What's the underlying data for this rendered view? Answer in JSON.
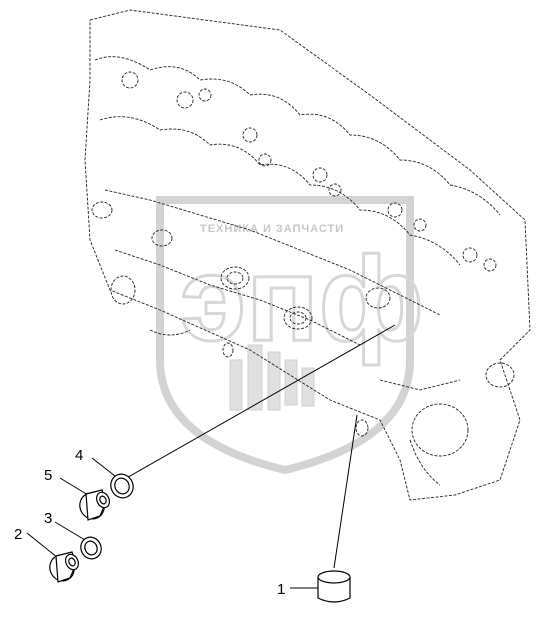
{
  "diagram": {
    "callouts": [
      {
        "id": "callout-1",
        "label": "1"
      },
      {
        "id": "callout-2",
        "label": "2"
      },
      {
        "id": "callout-3",
        "label": "3"
      },
      {
        "id": "callout-4",
        "label": "4"
      },
      {
        "id": "callout-5",
        "label": "5"
      }
    ],
    "watermark": {
      "logo_text": "эпф",
      "caption": "ТЕХНИКА И ЗАПЧАСТИ"
    }
  }
}
